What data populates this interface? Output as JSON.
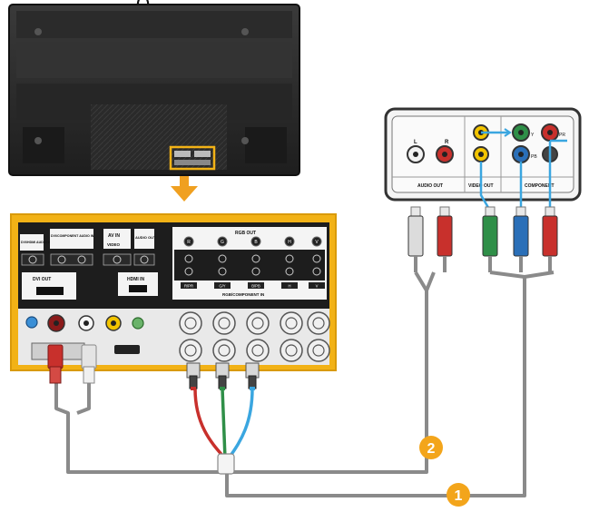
{
  "header": {
    "text": "(          )"
  },
  "tv_panel": {
    "rgb_out_label": "RGB OUT",
    "rgb_component_in_label": "RGB/COMPONENT IN",
    "dvi_out_label": "DVI OUT",
    "hdmi_in_label": "HDMI IN",
    "av_in_label": "AV IN",
    "video_label": "VIDEO",
    "audio_out_label": "AUDIO OUT",
    "dvi_hdmi_audio_in_label": "DVI/HDMI AUDIO IN",
    "dvi_component_audio_in_label": "DVI/COMPONENT AUDIO IN",
    "jack_labels": [
      "R",
      "G",
      "B",
      "H",
      "V"
    ],
    "component_labels": [
      "R/PR",
      "G/Y",
      "B/PB",
      "H",
      "V"
    ]
  },
  "source_device": {
    "audio_out_label": "AUDIO OUT",
    "video_out_label": "VIDEO OUT",
    "component_label": "COMPONENT",
    "audio_channels": [
      "L",
      "R"
    ],
    "component_channels": [
      "Y",
      "PB",
      "PR"
    ]
  },
  "callouts": [
    {
      "number": "1"
    },
    {
      "number": "2"
    }
  ],
  "colors": {
    "panel_yellow": "#f2b216",
    "panel_black": "#1d1d1d",
    "arrow_orange": "#f0a020",
    "cable_gray": "#8a8a8a",
    "highlight_blue": "#3aa6e0",
    "plug_red": "#c8302c",
    "plug_green": "#2f8f48",
    "plug_blue": "#2a6fb8",
    "plug_white": "#dcdcdc",
    "badge_orange": "#f3a51b"
  }
}
